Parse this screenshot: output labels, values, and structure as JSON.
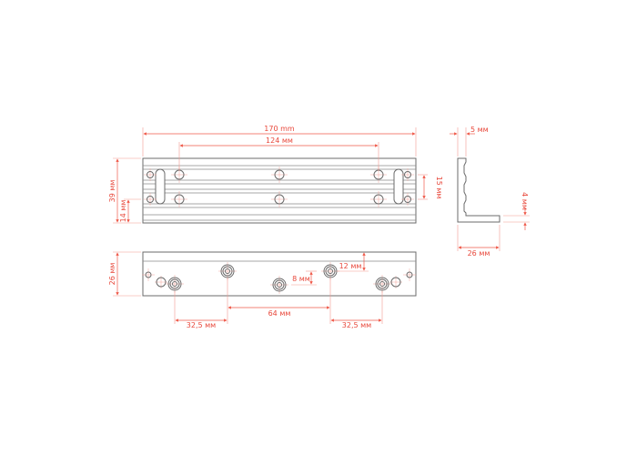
{
  "drawing": {
    "top_view": {
      "length": "170 mm",
      "hole_span": "124 мм",
      "height": "39 мм",
      "lower_offset": "14 мм",
      "hole_pitch": "15 мм"
    },
    "front_view": {
      "height": "26 мм",
      "top_offset": "12 мм",
      "stagger": "8 мм",
      "spacing_left": "32,5 мм",
      "spacing_mid": "64 мм",
      "spacing_right": "32,5 мм"
    },
    "side_view": {
      "thickness": "5 мм",
      "foot_thickness": "4 мм",
      "foot_length": "26 мм"
    },
    "colors": {
      "dimension": "#e8473a",
      "outline": "#6b6b6b"
    }
  }
}
